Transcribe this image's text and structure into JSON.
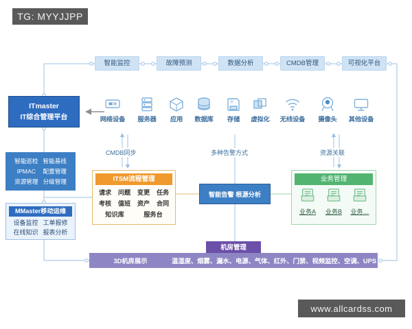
{
  "watermarks": {
    "tg_tag": "TG: MYYJJPP",
    "site": "www.allcardss.com"
  },
  "top_pills": [
    {
      "label": "智能监控"
    },
    {
      "label": "故障预测"
    },
    {
      "label": "数据分析"
    },
    {
      "label": "CMDB管理"
    },
    {
      "label": "可视化平台"
    }
  ],
  "platform": {
    "line1": "ITmaster",
    "line2": "IT综合管理平台"
  },
  "left_features": {
    "items": [
      "智能巡检",
      "智能基线",
      "IPMAC",
      "配置管理",
      "资源管理",
      "分级管理"
    ]
  },
  "mmaster": {
    "title": "MMaster移动运维",
    "items": [
      "设备监控",
      "工单报修",
      "在线知识",
      "报表分析"
    ]
  },
  "devices": [
    {
      "label": "网络设备",
      "icon": "network-device-icon"
    },
    {
      "label": "服务器",
      "icon": "server-icon"
    },
    {
      "label": "应用",
      "icon": "application-cube-icon"
    },
    {
      "label": "数据库",
      "icon": "database-icon"
    },
    {
      "label": "存储",
      "icon": "storage-icon"
    },
    {
      "label": "虚拟化",
      "icon": "virtualization-icon"
    },
    {
      "label": "无线设备",
      "icon": "wifi-icon"
    },
    {
      "label": "摄像头",
      "icon": "camera-icon"
    },
    {
      "label": "其他设备",
      "icon": "monitor-icon"
    }
  ],
  "itsm": {
    "title": "ITSM流程管理",
    "items": [
      "请求",
      "问题",
      "变更",
      "任务",
      "考核",
      "值班",
      "资产",
      "合同",
      "知识库",
      "服务台"
    ]
  },
  "alert": {
    "label": "智能告警 根源分析"
  },
  "business": {
    "title": "业务管理",
    "items": [
      {
        "label": "业务A",
        "icon": "business-doc-icon"
      },
      {
        "label": "业务B",
        "icon": "business-doc-icon"
      },
      {
        "label": "业务…",
        "icon": "business-doc-icon"
      }
    ]
  },
  "room": {
    "header": "机房管理",
    "left_label": "3D机房展示",
    "sensors": "温湿度、烟雾、漏水、电源、气体、红外、门禁、视频监控、空调、UPS"
  },
  "connector_labels": {
    "cmdb_sync": "CMDB同步",
    "alert_methods": "多种告警方式",
    "resource_link": "资源关联"
  },
  "colors": {
    "platform_blue": "#2e6cc0",
    "pill_blue": "#cfe3f5",
    "feature_blue": "#3d7fc4",
    "itsm_orange": "#f0992e",
    "business_green": "#52b471",
    "room_purple": "#6b4fa8",
    "room_bar_purple": "#8e86c4",
    "line_blue": "#9dc0e4",
    "watermark_gray": "#595959"
  }
}
